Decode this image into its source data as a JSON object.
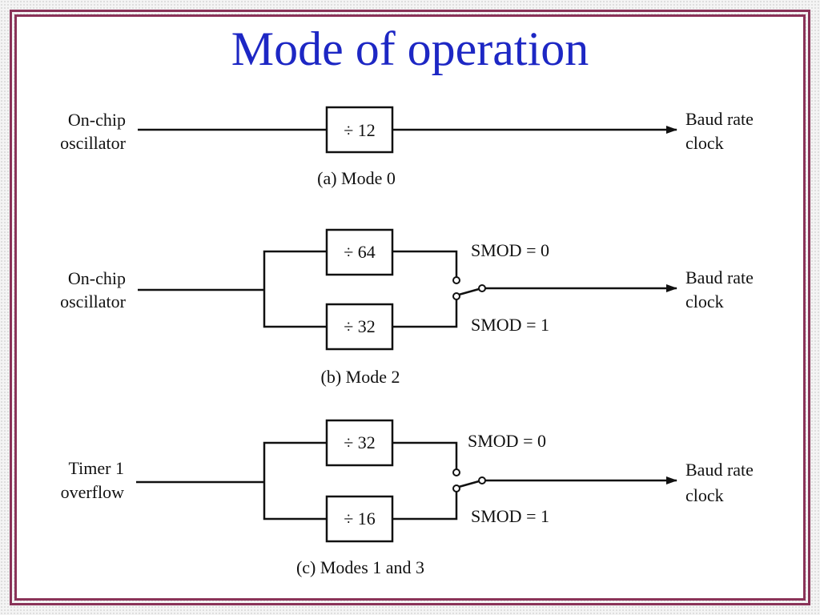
{
  "title": "Mode of operation",
  "panels": [
    {
      "id": "a",
      "caption": "(a) Mode 0",
      "input_label": [
        "On-chip",
        "oscillator"
      ],
      "dividers": [
        "÷ 12"
      ],
      "output_label": [
        "Baud rate",
        "clock"
      ]
    },
    {
      "id": "b",
      "caption": "(b) Mode 2",
      "input_label": [
        "On-chip",
        "oscillator"
      ],
      "dividers": [
        "÷ 64",
        "÷ 32"
      ],
      "switch_labels": [
        "SMOD = 0",
        "SMOD = 1"
      ],
      "output_label": [
        "Baud rate",
        "clock"
      ]
    },
    {
      "id": "c",
      "caption": "(c) Modes 1 and 3",
      "input_label": [
        "Timer 1",
        "overflow"
      ],
      "dividers": [
        "÷ 32",
        "÷ 16"
      ],
      "switch_labels": [
        "SMOD = 0",
        "SMOD = 1"
      ],
      "output_label": [
        "Baud rate",
        "clock"
      ]
    }
  ]
}
